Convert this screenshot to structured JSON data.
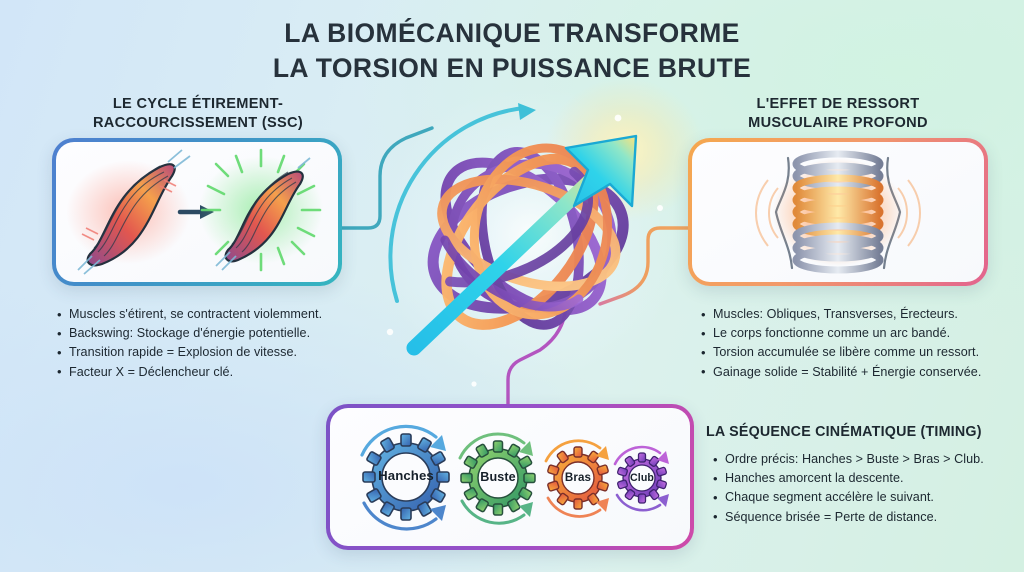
{
  "title": {
    "line1": "LA BIOMÉCANIQUE TRANSFORME",
    "line2": "LA TORSION EN PUISSANCE BRUTE"
  },
  "background": {
    "gradient_from": "#d2e6f8",
    "gradient_to": "#d4f0e2"
  },
  "sections": {
    "ssc": {
      "heading_line1": "LE CYCLE ÉTIREMENT-",
      "heading_line2": "RACCOURCISSEMENT (SSC)",
      "card_border_from": "#4f7fd0",
      "card_border_to": "#35b6c0",
      "illustration": "muscle-stretch-shorten-illustration",
      "bullets": [
        "Muscles s'étirent, se contractent violemment.",
        "Backswing: Stockage d'énergie potentielle.",
        "Transition rapide = Explosion de vitesse.",
        "Facteur X = Déclencheur clé."
      ]
    },
    "spring": {
      "heading_line1": "L'EFFET DE RESSORT",
      "heading_line2": "MUSCULAIRE PROFOND",
      "card_border_from": "#f5a84f",
      "card_border_to": "#e2638f",
      "illustration": "torso-coiled-spring-illustration",
      "bullets": [
        "Muscles: Obliques, Transverses, Érecteurs.",
        "Le corps fonctionne comme un arc bandé.",
        "Torsion accumulée se libère comme un ressort.",
        "Gainage solide = Stabilité + Énergie conservée."
      ]
    },
    "sequence": {
      "heading": "LA SÉQUENCE CINÉMATIQUE (TIMING)",
      "card_border_from": "#7b53c6",
      "card_border_to": "#cf4aa8",
      "bullets": [
        "Ordre précis: Hanches > Buste > Bras > Club.",
        "Hanches amorcent la descente.",
        "Chaque segment accélère le suivant.",
        "Séquence brisée = Perte de distance."
      ],
      "gears": [
        {
          "label": "Hanches",
          "color_from": "#5aa9dd",
          "color_to": "#3560ae",
          "size": 100
        },
        {
          "label": "Buste",
          "color_from": "#8ed06a",
          "color_to": "#2f9565",
          "size": 86
        },
        {
          "label": "Bras",
          "color_from": "#f7a938",
          "color_to": "#e2533f",
          "size": 72
        },
        {
          "label": "Club",
          "color_from": "#c36be0",
          "color_to": "#6f3fba",
          "size": 58
        }
      ]
    }
  },
  "center_graphic": {
    "name": "torsion-coil-with-power-arrow",
    "coil_colors": [
      "#7a4fbd",
      "#9d5fd0",
      "#f09a52",
      "#f6b969"
    ],
    "arrow_from": "#1ec8e8",
    "arrow_to": "#ffe066",
    "sweep_arrow_color": "#35b6c0"
  },
  "connectors": [
    {
      "name": "connector-ssc",
      "color": "#3fa8bd"
    },
    {
      "name": "connector-spring",
      "color": "#ef9f5e"
    },
    {
      "name": "connector-sequence",
      "color": "#b355c0"
    }
  ]
}
